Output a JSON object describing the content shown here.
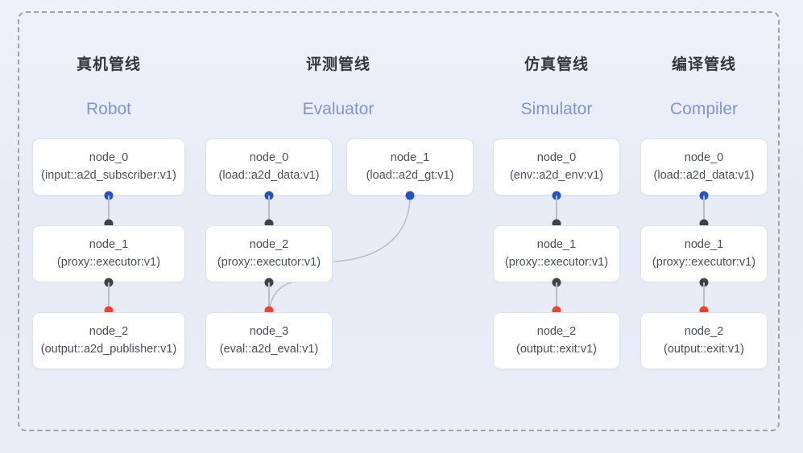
{
  "diagram": {
    "title_visible": false,
    "background_color": "#e9edf7",
    "frame_border_color": "#9aa2b1",
    "frame_border_style": "dashed",
    "port_colors": {
      "input_blue": "#2055c8",
      "connector_black": "#3d4148",
      "output_red": "#e8452c",
      "edge_line": "#b8bfcc"
    },
    "heading_color_cn": "#333740",
    "heading_color_en": "#7d95d4"
  },
  "columns": [
    {
      "id": "robot",
      "title_cn": "真机管线",
      "title_en": "Robot",
      "nodes": [
        {
          "id": "node_0",
          "type": "(input::a2d_subscriber:v1)"
        },
        {
          "id": "node_1",
          "type": "(proxy::executor:v1)"
        },
        {
          "id": "node_2",
          "type": "(output::a2d_publisher:v1)"
        }
      ]
    },
    {
      "id": "evaluator",
      "title_cn": "评测管线",
      "title_en": "Evaluator",
      "nodes": [
        {
          "id": "node_0",
          "type": "(load::a2d_data:v1)"
        },
        {
          "id": "node_1",
          "type": "(load::a2d_gt:v1)"
        },
        {
          "id": "node_2",
          "type": "(proxy::executor:v1)"
        },
        {
          "id": "node_3",
          "type": "(eval::a2d_eval:v1)"
        }
      ]
    },
    {
      "id": "simulator",
      "title_cn": "仿真管线",
      "title_en": "Simulator",
      "nodes": [
        {
          "id": "node_0",
          "type": "(env::a2d_env:v1)"
        },
        {
          "id": "node_1",
          "type": "(proxy::executor:v1)"
        },
        {
          "id": "node_2",
          "type": "(output::exit:v1)"
        }
      ]
    },
    {
      "id": "compiler",
      "title_cn": "编译管线",
      "title_en": "Compiler",
      "nodes": [
        {
          "id": "node_0",
          "type": "(load::a2d_data:v1)"
        },
        {
          "id": "node_1",
          "type": "(proxy::executor:v1)"
        },
        {
          "id": "node_2",
          "type": "(output::exit:v1)"
        }
      ]
    }
  ]
}
